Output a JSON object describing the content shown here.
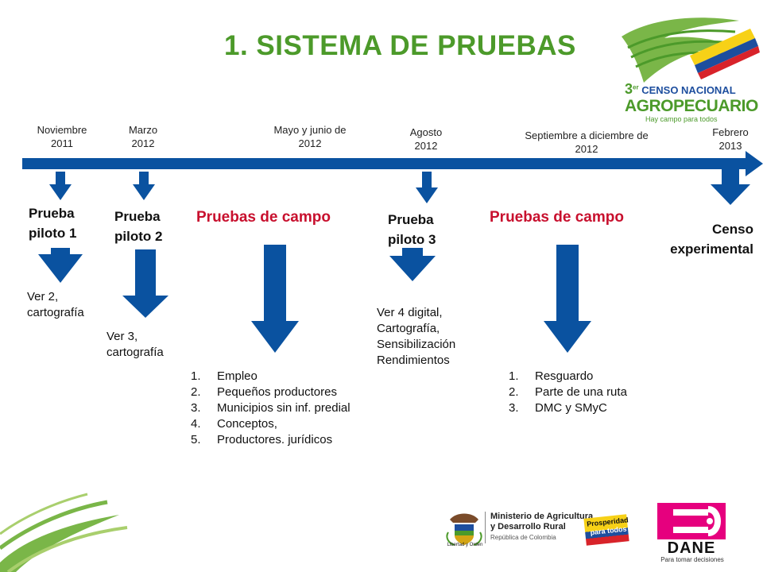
{
  "title": "1. SISTEMA DE PRUEBAS",
  "colors": {
    "title": "#4c9a2a",
    "timeline": "#0a52a0",
    "accent_red": "#c8102e",
    "dane_pink": "#e6007e"
  },
  "timeline": {
    "dates": [
      {
        "id": "nov2011",
        "line1": "Noviembre",
        "line2": "2011"
      },
      {
        "id": "mar2012",
        "line1": "Marzo",
        "line2": "2012"
      },
      {
        "id": "mayjun2012",
        "line1": "Mayo y junio de",
        "line2": "2012"
      },
      {
        "id": "ago2012",
        "line1": "Agosto",
        "line2": "2012"
      },
      {
        "id": "sepdic2012",
        "line1": "Septiembre a diciembre de",
        "line2": "2012"
      },
      {
        "id": "feb2013",
        "line1": "Febrero",
        "line2": "2013"
      }
    ]
  },
  "stages": {
    "piloto1": {
      "line1": "Prueba",
      "line2": "piloto 1",
      "note1": "Ver 2,",
      "note2": "cartografía"
    },
    "piloto2": {
      "line1": "Prueba",
      "line2": "piloto 2",
      "note1": "Ver 3,",
      "note2": "cartografía"
    },
    "campo1": {
      "label": "Pruebas de campo",
      "items": [
        "Empleo",
        "Pequeños productores",
        "Municipios sin inf. predial",
        "Conceptos,",
        "Productores. jurídicos"
      ]
    },
    "piloto3": {
      "line1": "Prueba",
      "line2": "piloto 3",
      "notes": [
        "Ver 4 digital,",
        "Cartografía,",
        "Sensibilización",
        "Rendimientos"
      ]
    },
    "campo2": {
      "label": "Pruebas de campo",
      "items": [
        "Resguardo",
        "Parte de una ruta",
        "DMC y SMyC"
      ]
    },
    "censo": {
      "line1": "Censo",
      "line2": "experimental"
    }
  },
  "list_numbers": [
    "1.",
    "2.",
    "3.",
    "4.",
    "5."
  ],
  "logos": {
    "censo": {
      "sup": "er",
      "num": "3",
      "line1": "CENSO NACIONAL",
      "line2": "AGROPECUARIO",
      "tagline": "Hay campo para todos"
    },
    "ministerio": {
      "line1": "Ministerio de Agricultura",
      "line2": "y Desarrollo Rural",
      "line3": "República de Colombia",
      "motto": "Libertad y Orden"
    },
    "prosperidad": {
      "line1": "Prosperidad",
      "line2": "para todos"
    },
    "dane": {
      "name": "DANE",
      "tagline": "Para tomar decisiones"
    }
  }
}
